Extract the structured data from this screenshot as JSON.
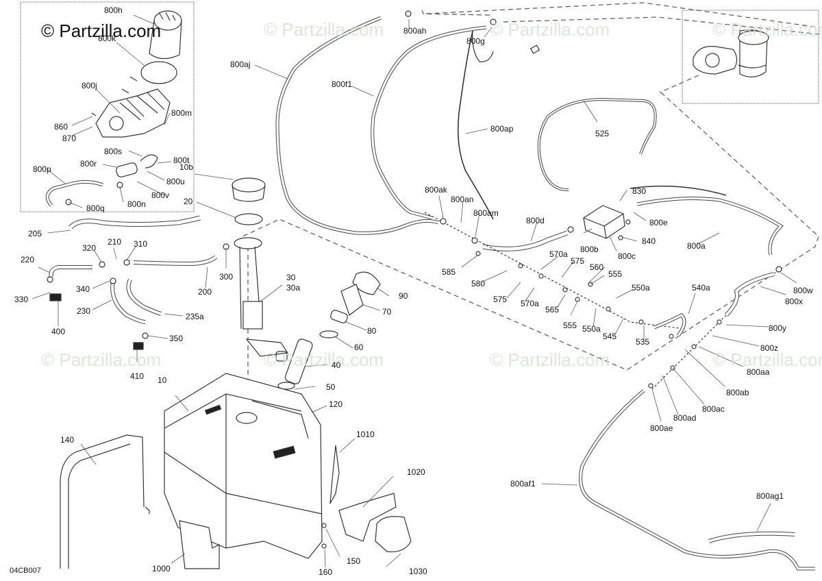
{
  "diagram": {
    "title": "Fuel tank and fuel system exploded parts diagram",
    "diagram_code": "04CB007",
    "watermark": "© Partzilla.com",
    "inset_watermark": "© Partzilla.com",
    "inset_top_left": {
      "labels": [
        "800h",
        "800k",
        "800j",
        "800m",
        "860",
        "870",
        "800s",
        "800t",
        "800r",
        "800u",
        "800p",
        "800v",
        "800n",
        "800q"
      ]
    },
    "inset_top_right": {
      "description": "Assembled fuel pump / canister module"
    },
    "labels": {
      "l10b": "10b",
      "l20": "20",
      "l205": "205",
      "l210": "210",
      "l310": "310",
      "l320": "320",
      "l220": "220",
      "l300": "300",
      "l200": "200",
      "l330": "330",
      "l340": "340",
      "l230": "230",
      "l235a": "235a",
      "l400": "400",
      "l350": "350",
      "l410": "410",
      "l30": "30",
      "l30a": "30a",
      "l90": "90",
      "l70": "70",
      "l80": "80",
      "l60": "60",
      "l40": "40",
      "l50": "50",
      "l10": "10",
      "l120": "120",
      "l140": "140",
      "l1010": "1010",
      "l1020": "1020",
      "l1000": "1000",
      "l150": "150",
      "l160": "160",
      "l1030": "1030",
      "l800aj": "800aj",
      "l800ah": "800ah",
      "l800g": "800g",
      "l800f1": "800f1",
      "l800ap": "800ap",
      "l525": "525",
      "l800ak": "800ak",
      "l800an": "800an",
      "l800am": "800am",
      "l800d": "800d",
      "l830": "830",
      "l800e": "800e",
      "l800b": "800b",
      "l840": "840",
      "l800c": "800c",
      "l800a": "800a",
      "l585": "585",
      "l570a_1": "570a",
      "l575_1": "575",
      "l560": "560",
      "l555_1": "555",
      "l580": "580",
      "l575_2": "575",
      "l570a_2": "570a",
      "l565": "565",
      "l555_2": "555",
      "l550a_1": "550a",
      "l550a_2": "550a",
      "l545": "545",
      "l535": "535",
      "l540a": "540a",
      "l800w": "800w",
      "l800x": "800x",
      "l800y": "800y",
      "l800z": "800z",
      "l800aa": "800aa",
      "l800ab": "800ab",
      "l800ac": "800ac",
      "l800ad": "800ad",
      "l800ae": "800ae",
      "l800af1": "800af1",
      "l800ag1": "800ag1"
    }
  }
}
